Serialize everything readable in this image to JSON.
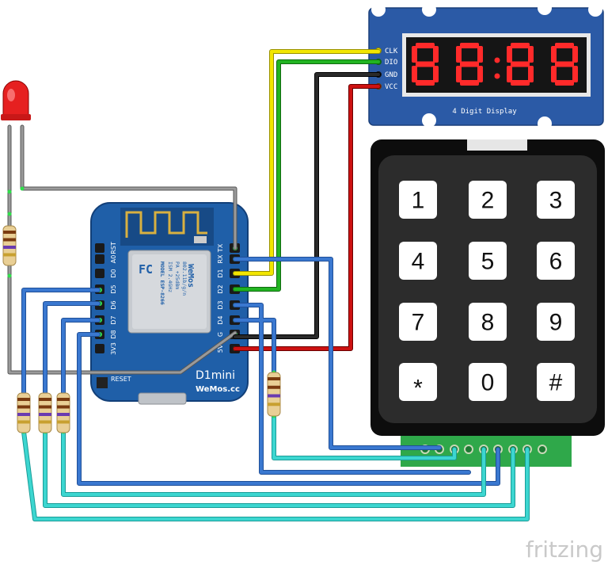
{
  "display": {
    "pins": [
      "CLK",
      "DIO",
      "GND",
      "VCC"
    ],
    "label": "4 Digit Display"
  },
  "board": {
    "left_pins": [
      "RST",
      "A0",
      "D0",
      "D5",
      "D6",
      "D7",
      "D8",
      "3V3"
    ],
    "right_pins": [
      "TX",
      "RX",
      "D1",
      "D2",
      "D3",
      "D4",
      "G",
      "5V"
    ],
    "shield_lines": [
      "MODEL ESP-8266",
      "ISM 2.4GHz",
      "PA +25dBm",
      "802.11b/g/n"
    ],
    "shield_brand": "WeMos",
    "fc_mark": "FC",
    "name": "D1mini",
    "brand": "WeMos.cc",
    "reset_label": "RESET"
  },
  "keypad": {
    "keys": [
      "1",
      "2",
      "3",
      "4",
      "5",
      "6",
      "7",
      "8",
      "9",
      "*",
      "0",
      "#"
    ]
  },
  "colors": {
    "wire_yellow": "#f2e600",
    "wire_green": "#22b422",
    "wire_black": "#1a1a1a",
    "wire_red": "#cc1111",
    "wire_blue": "#3a78d0",
    "wire_cyan": "#3cd6d0",
    "wire_gray": "#8c8c8c",
    "board_blue": "#1f5fa8",
    "display_blue": "#2b5aa6",
    "segment_red": "#ff2a2a"
  },
  "watermark": "fritzing"
}
